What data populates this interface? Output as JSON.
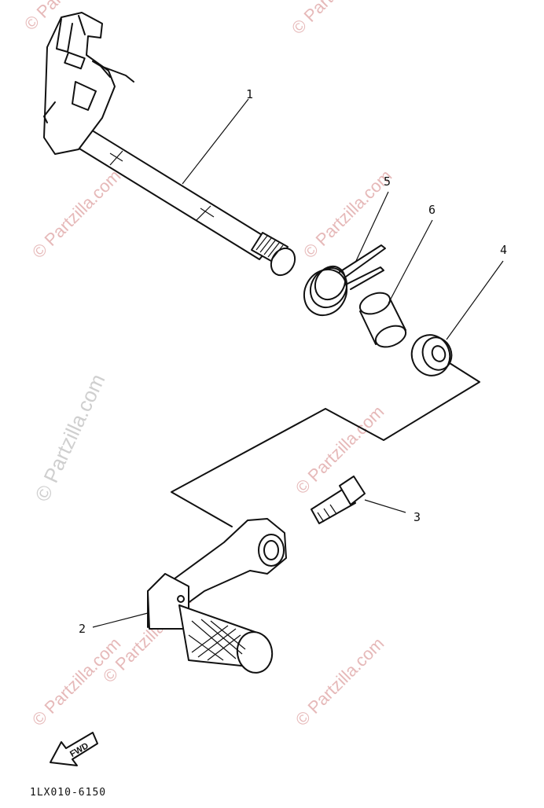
{
  "watermarks": {
    "text": "© Partzilla.com",
    "side_text": "© Partzilla.com"
  },
  "callouts": {
    "c1": "1",
    "c2": "2",
    "c3": "3",
    "c4": "4",
    "c5": "5",
    "c6": "6"
  },
  "fwd_label": "FWD",
  "part_code": "1LX010-6150"
}
